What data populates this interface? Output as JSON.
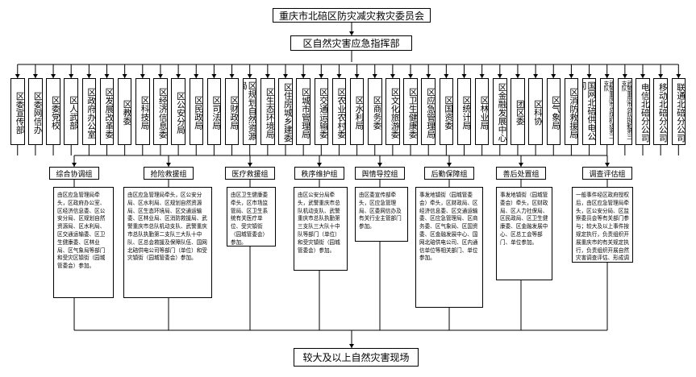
{
  "title": "重庆市北碚区防灾减灾救灾委员会",
  "hq": "区自然灾害应急指挥部",
  "bottom": "较大及以上自然灾害现场",
  "units": [
    "区委宣传部",
    "区委网信办",
    "区委党校",
    "区人武部",
    "区政府办公室",
    "区发展改革委",
    "区教委",
    "区科技局",
    "区经济信息委",
    "区公安分局",
    "区民政局",
    "区司法局",
    "区财政局",
    "区规划自然资源局",
    "区生态环境局",
    "区住房城乡建委",
    "区城市管理局",
    "区交通运输委",
    "区农业农村委",
    "区水利局",
    "区商务委",
    "区文化旅游委",
    "区卫生健康委",
    "区应急管理局",
    "区国资委",
    "区统计局",
    "区林业局",
    "区金融发展中心",
    "团区委",
    "区科协",
    "区气象局",
    "区消防救援局",
    "国网北碚供电公司",
    "武警重庆市总队机动第二支队",
    "武警重庆市总队执勤第三支队",
    "电信北碚分公司",
    "移动北碚分公司",
    "联通北碚分公司"
  ],
  "groups": [
    {
      "name": "综合协调组",
      "desc": "由区应急管理局牵头，区政府办公室、区经济信息委、区公安分局、区规划自然资源局、区水利局、区交通运输委、区卫生健康委、区林业局、区气象局等部门和受灾区镇街（园城管委会）参加。"
    },
    {
      "name": "抢险救援组",
      "desc": "由区应急管理局牵头，区公安分局、区水利局、区规划自然资源局、区生态环境局、区交通运输委、区林业局、区消防救援局、武警重庆市总队机动支队、武警重庆市总队执勤第二支队三大队十中队、区总会救援及保障队伍、国网北碚供电公司等部门（单位）和受灾镇街（园城管委会）参加。"
    },
    {
      "name": "医疗救援组",
      "desc": "由区卫生健康委牵头，区市场监管局、区卫生系统有关医疗单位、受灾镇街（园城管委会）参加。"
    },
    {
      "name": "秩序维护组",
      "desc": "由区公安分局牵头，武警重庆市总队机动支队、武警重庆市总队执勤第三支队三大队十中队等部门（单位）和受灾镇街（园城管委会）参加。"
    },
    {
      "name": "舆情导控组",
      "desc": "由区委宣传部牵头，区应急管理局、区委网信办及有关行业主管部门参加。"
    },
    {
      "name": "后勤保障组",
      "desc": "事发地镇街（园城管委会）牵头，区财政局、区经济信息委、区交通运输委、区应急管理局、区商务委、区气象局、区国资委、区金融发展中心、国网北碚供电公司、区内通信单位等相关部门、单位参加。"
    },
    {
      "name": "善后处置组",
      "desc": "事发地镇街（园城管委会）牵头，区财政局、区人力社保局、区民政局、区卫生健康委、区金融发展中心、区总工会等部门、单位参加。"
    },
    {
      "name": "调查评估组",
      "desc": "一般事件经区政府授权后，由区应急管理局牵头，区公安分局、区监察委员会等有关部门参与；较大及以上事件按规定执行，负责组织开展重庆市的有关规定执行，负责组织开展自然灾害调查评估、形成调查评估报告。"
    }
  ]
}
